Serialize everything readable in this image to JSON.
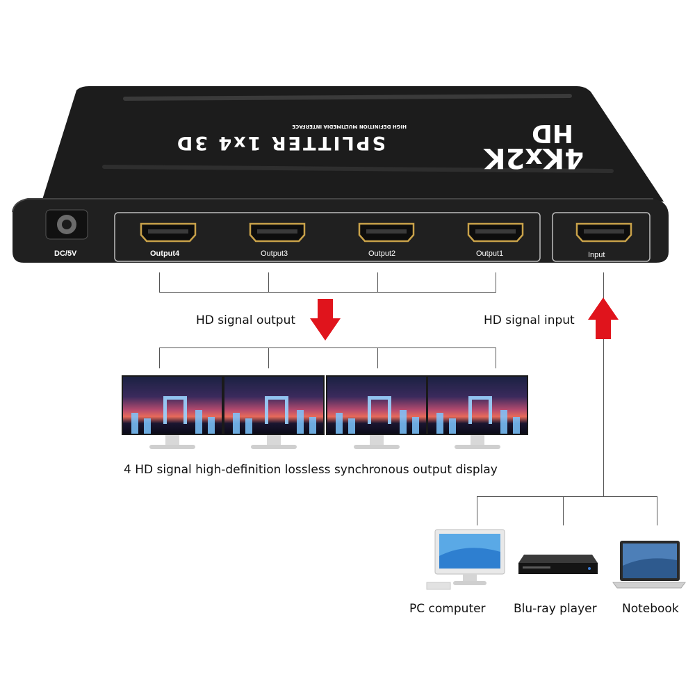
{
  "device": {
    "brand_line1": "4Kx2K",
    "brand_line2": "HD",
    "subtitle": "HIGH DEFINITION MULTIMEDIA INTERFACE",
    "model": "SPLITTER 1x4 3D",
    "power_label": "DC/5V",
    "ports": [
      {
        "label": "Output4"
      },
      {
        "label": "Output3"
      },
      {
        "label": "Output2"
      },
      {
        "label": "Output1"
      }
    ],
    "input_label": "Input"
  },
  "flow": {
    "output_caption": "HD signal output",
    "input_caption": "HD signal input",
    "arrow_color": "#e0141c"
  },
  "displays": {
    "count": 4,
    "caption": "4 HD signal high-definition lossless synchronous output display"
  },
  "sources": [
    {
      "label": "PC computer",
      "icon": "pc-computer-icon"
    },
    {
      "label": "Blu-ray player",
      "icon": "blu-ray-player-icon"
    },
    {
      "label": "Notebook",
      "icon": "notebook-icon"
    }
  ]
}
